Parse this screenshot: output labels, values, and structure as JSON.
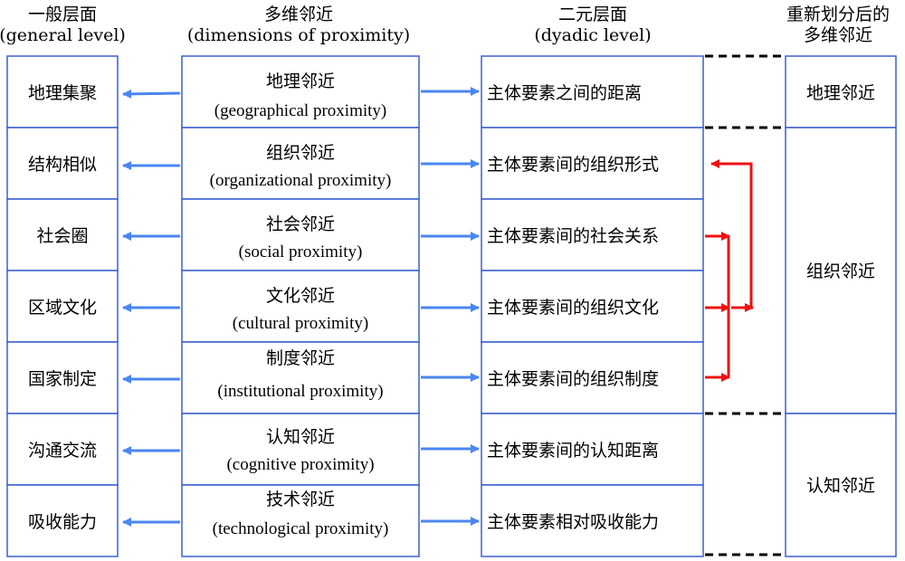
{
  "headers": {
    "general_cn": "一般层面",
    "general_en": "(general level)",
    "dimensions_cn": "多维邻近",
    "dimensions_en": "(dimensions of proximity)",
    "dyadic_cn": "二元层面",
    "dyadic_en": "(dyadic level)",
    "regrouped_line1": "重新划分后的",
    "regrouped_line2": "多维邻近"
  },
  "rows": [
    {
      "general": "地理集聚",
      "dim_cn": "地理邻近",
      "dim_en": "(geographical proximity)",
      "dyadic": "主体要素之间的距离"
    },
    {
      "general": "结构相似",
      "dim_cn": "组织邻近",
      "dim_en": "(organizational proximity)",
      "dyadic": "主体要素间的组织形式"
    },
    {
      "general": "社会圈",
      "dim_cn": "社会邻近",
      "dim_en": "(social proximity)",
      "dyadic": "主体要素间的社会关系"
    },
    {
      "general": "区域文化",
      "dim_cn": "文化邻近",
      "dim_en": "(cultural proximity)",
      "dyadic": "主体要素间的组织文化"
    },
    {
      "general": "国家制定",
      "dim_cn": "制度邻近",
      "dim_en": "(institutional proximity)",
      "dyadic": "主体要素间的组织制度"
    },
    {
      "general": "沟通交流",
      "dim_cn": "认知邻近",
      "dim_en": "(cognitive proximity)",
      "dyadic": "主体要素间的认知距离"
    },
    {
      "general": "吸收能力",
      "dim_cn": "技术邻近",
      "dim_en": "(technological proximity)",
      "dyadic": "主体要素相对吸收能力"
    }
  ],
  "regrouped": {
    "geographic": "地理邻近",
    "organizational": "组织邻近",
    "cognitive": "认知邻近"
  },
  "colors": {
    "box_border": "#3a5fcd",
    "blue_arrow": "#4a86f0",
    "red_arrow": "#ee1111",
    "dash": "#000000"
  }
}
